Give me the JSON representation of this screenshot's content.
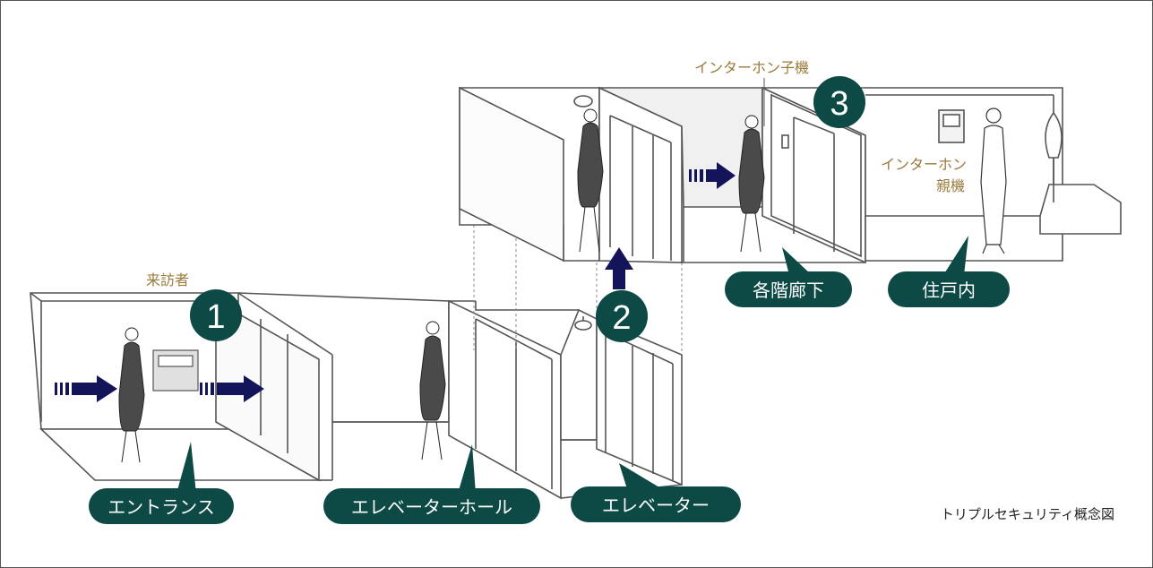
{
  "caption": "トリプルセキュリティ概念図",
  "annotations": {
    "visitor": "来訪者",
    "intercom_sub": "インターホン子機",
    "intercom_main_line1": "インターホン",
    "intercom_main_line2": "親機"
  },
  "steps": [
    {
      "number": "1"
    },
    {
      "number": "2"
    },
    {
      "number": "3"
    }
  ],
  "areas": [
    {
      "label": "エントランス"
    },
    {
      "label": "エレベーターホール"
    },
    {
      "label": "エレベーター"
    },
    {
      "label": "各階廊下"
    },
    {
      "label": "住戸内"
    }
  ],
  "colors": {
    "badge": "#0d4a45",
    "arrow": "#14145a",
    "annotation": "#9a7a3a",
    "line": "#555555",
    "floor_shade": "#f0f0f0"
  }
}
